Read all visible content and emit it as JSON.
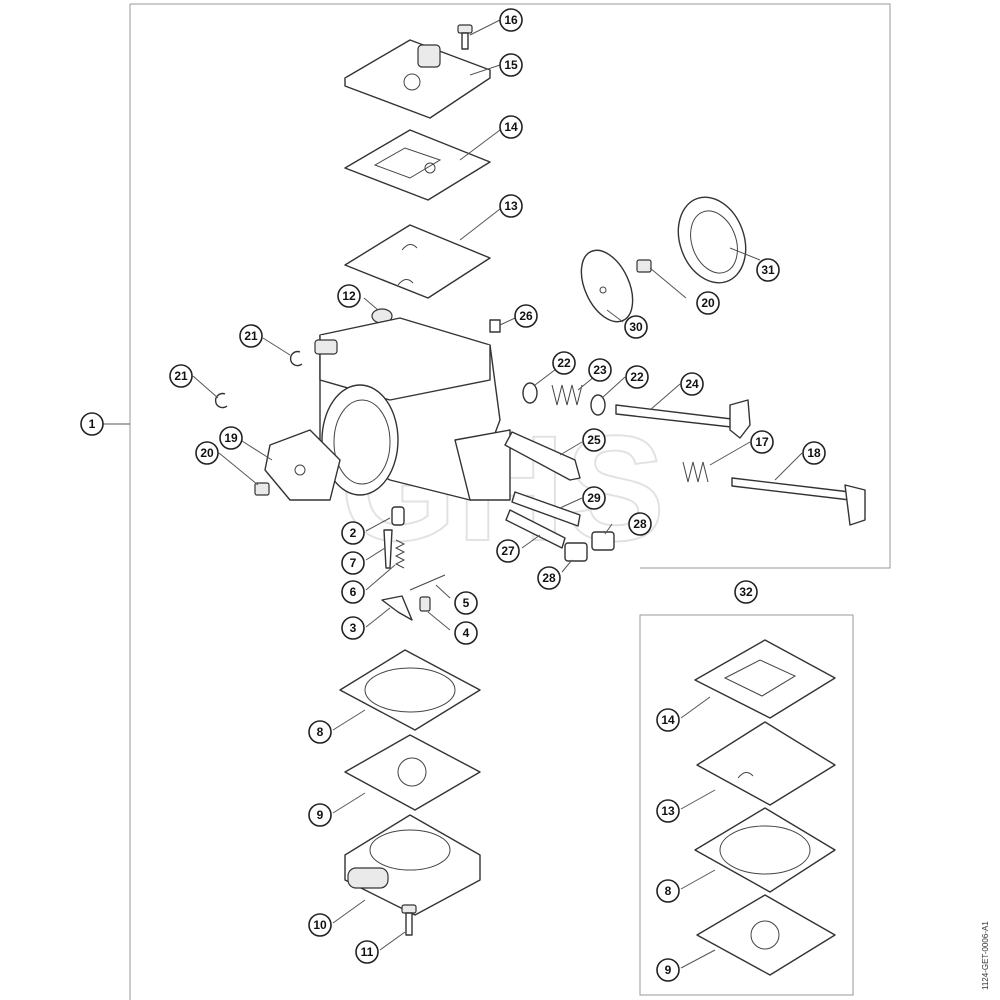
{
  "watermark": "GHS",
  "drawing_code": "1124-GET-0006-A1",
  "main_assembly": {
    "label": "1"
  },
  "kit": {
    "label": "32"
  },
  "callouts": {
    "c2": "2",
    "c3": "3",
    "c4": "4",
    "c5": "5",
    "c6": "6",
    "c7": "7",
    "c8": "8",
    "c9": "9",
    "c10": "10",
    "c11": "11",
    "c12": "12",
    "c13": "13",
    "c14": "14",
    "c15": "15",
    "c16": "16",
    "c17": "17",
    "c18": "18",
    "c19": "19",
    "c20a": "20",
    "c20b": "20",
    "c21a": "21",
    "c21b": "21",
    "c22a": "22",
    "c22b": "22",
    "c23": "23",
    "c24": "24",
    "c25": "25",
    "c26": "26",
    "c27": "27",
    "c28a": "28",
    "c28b": "28",
    "c29": "29",
    "c30": "30",
    "c31": "31",
    "k14": "14",
    "k13": "13",
    "k8": "8",
    "k9": "9"
  }
}
